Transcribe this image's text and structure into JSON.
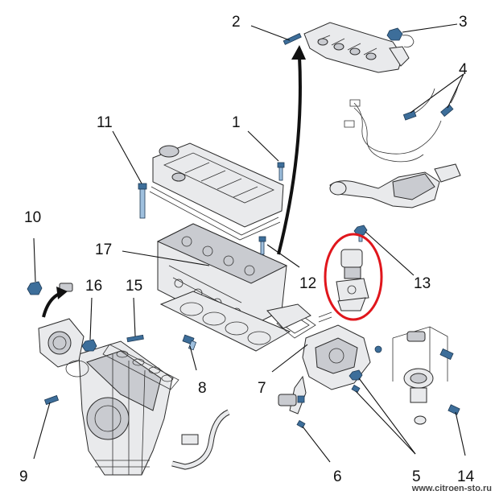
{
  "callouts": {
    "c1": "1",
    "c2": "2",
    "c3": "3",
    "c4": "4",
    "c5": "5",
    "c6": "6",
    "c7": "7",
    "c8": "8",
    "c9": "9",
    "c10": "10",
    "c11": "11",
    "c12": "12",
    "c13": "13",
    "c14": "14",
    "c15": "15",
    "c16": "16",
    "c17": "17"
  },
  "watermark": "www.citroen-sto.ru",
  "colors": {
    "highlight": "#e0161c",
    "bolt": "#3d6e9a",
    "line": "#111111"
  }
}
